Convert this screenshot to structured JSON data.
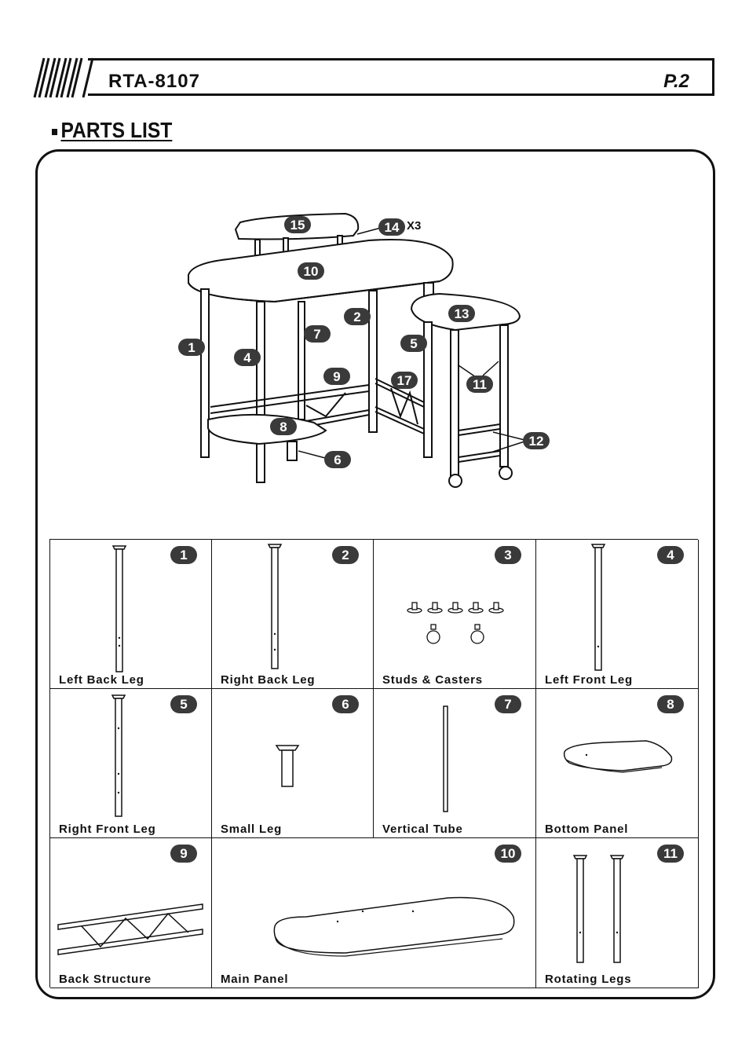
{
  "header": {
    "model": "RTA-8107",
    "page": "P.2"
  },
  "section": {
    "title": "PARTS LIST"
  },
  "diagram": {
    "callouts": [
      "15",
      "14",
      "10",
      "2",
      "13",
      "1",
      "4",
      "7",
      "5",
      "9",
      "17",
      "11",
      "8",
      "6",
      "12"
    ],
    "multiplier": "X3"
  },
  "parts": [
    {
      "num": "1",
      "label": "Left Back Leg"
    },
    {
      "num": "2",
      "label": "Right Back Leg"
    },
    {
      "num": "3",
      "label": "Studs & Casters"
    },
    {
      "num": "4",
      "label": "Left Front Leg"
    },
    {
      "num": "5",
      "label": "Right Front Leg"
    },
    {
      "num": "6",
      "label": "Small Leg"
    },
    {
      "num": "7",
      "label": "Vertical Tube"
    },
    {
      "num": "8",
      "label": "Bottom Panel"
    },
    {
      "num": "9",
      "label": "Back Structure"
    },
    {
      "num": "10",
      "label": "Main Panel"
    },
    {
      "num": "11",
      "label": "Rotating Legs"
    }
  ]
}
